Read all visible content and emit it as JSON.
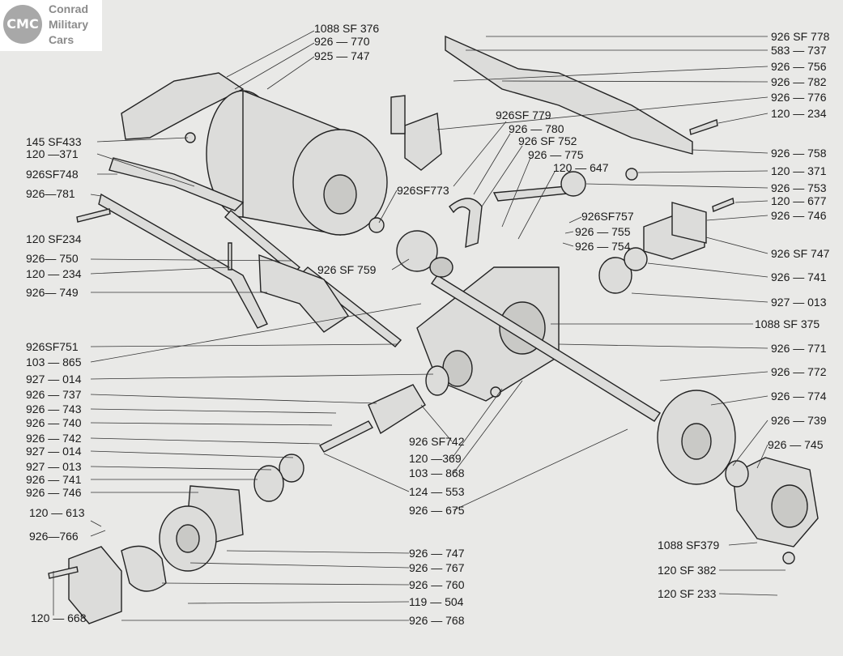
{
  "logo": {
    "badge": "CMC",
    "line1": "Conrad",
    "line2": "Military",
    "line3": "Cars"
  },
  "labels": {
    "l01": "1088 SF  376",
    "l02": "926 ―  770",
    "l03": "925 ― 747",
    "l04": "145 SF433",
    "l05": "120 ―371",
    "l06": "926SF748",
    "l07": "926―781",
    "l08": "120 SF234",
    "l09": "926― 750",
    "l10": "120 ― 234",
    "l11": "926― 749",
    "l12": "926SF751",
    "l13": "103 ― 865",
    "l14": "927 ― 014",
    "l15": "926 ― 737",
    "l16": "926 ― 743",
    "l17": "926 ― 740",
    "l18": "926 ― 742",
    "l19": "927 ― 014",
    "l20": "927 ― 013",
    "l21": "926 ― 741",
    "l22": "926 ― 746",
    "l23": "120 ― 613",
    "l24": "926―766",
    "l25": "120 ― 668",
    "l26": "926 SF 778",
    "l27": "583 ― 737",
    "l28": "926 ― 756",
    "l29": "926 ― 782",
    "l30": "926 ― 776",
    "l31": "120 ― 234",
    "l32": "926 ― 758",
    "l33": "120 ― 371",
    "l34": "926 ― 753",
    "l35": "120 ― 677",
    "l36": "926 ― 746",
    "l37": "926 SF 747",
    "l38": "926 ― 741",
    "l39": "927 ― 013",
    "l40": "1088 SF 375",
    "l41": "926 ― 771",
    "l42": "926 ― 772",
    "l43": "926 ― 774",
    "l44": "926 ― 739",
    "l45": "926 ― 745",
    "l46": "1088 SF379",
    "l47": "120 SF 382",
    "l48": "120 SF 233",
    "l49": "926SF 779",
    "l50": "926 ― 780",
    "l51": "926 SF 752",
    "l52": "926 ― 775",
    "l53": "120 ― 647",
    "l54": "926SF773",
    "l55": "926SF757",
    "l56": "926 ― 755",
    "l57": "926 ― 754",
    "l58": "926 SF 759",
    "l59": "926 SF742",
    "l60": "120  ―369",
    "l61": "103 ― 868",
    "l62": "124 ― 553",
    "l63": "926 ― 675",
    "l64": "926 ― 747",
    "l65": "926 ― 767",
    "l66": "926 ― 760",
    "l67": "119 ― 504",
    "l68": "926 ― 768"
  }
}
